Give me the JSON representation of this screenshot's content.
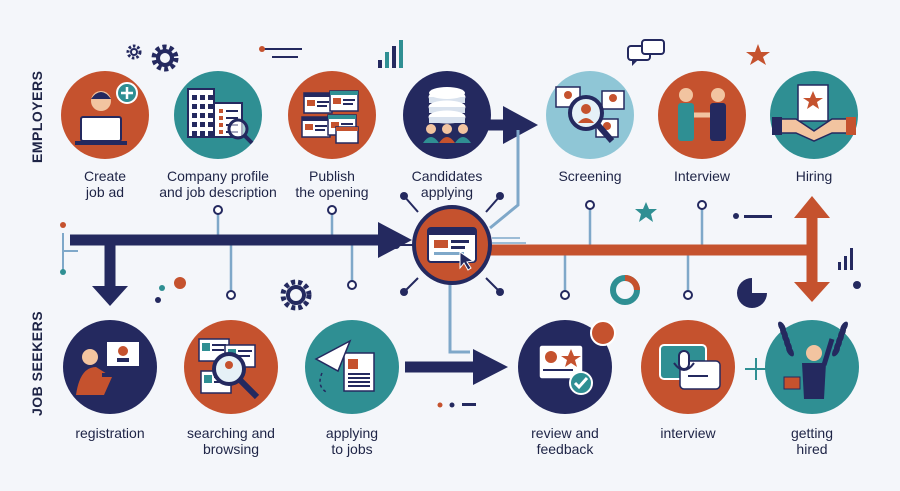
{
  "sections": {
    "employers": "EMPLOYERS",
    "job_seekers": "JOB SEEKERS"
  },
  "employers": [
    {
      "lines": [
        "Create",
        "job ad"
      ],
      "icon": "person-laptop-icon",
      "color": "#c5522e"
    },
    {
      "lines": [
        "Company profile",
        "and job description"
      ],
      "icon": "building-document-icon",
      "color": "#2f8f93"
    },
    {
      "lines": [
        "Publish",
        "the opening"
      ],
      "icon": "publish-listings-icon",
      "color": "#c5522e"
    },
    {
      "lines": [
        "Candidates",
        "applying"
      ],
      "icon": "database-people-icon",
      "color": "#24295f"
    },
    {
      "lines": [
        "Screening"
      ],
      "icon": "magnifier-profiles-icon",
      "color": "#8fc6d6"
    },
    {
      "lines": [
        "Interview"
      ],
      "icon": "handshake-people-icon",
      "color": "#c5522e"
    },
    {
      "lines": [
        "Hiring"
      ],
      "icon": "handshake-contract-icon",
      "color": "#2f8f93"
    }
  ],
  "job_seekers": [
    {
      "lines": [
        "registration"
      ],
      "icon": "person-computer-icon",
      "color": "#24295f"
    },
    {
      "lines": [
        "searching and",
        "browsing"
      ],
      "icon": "search-listings-icon",
      "color": "#c5522e"
    },
    {
      "lines": [
        "applying",
        "to jobs"
      ],
      "icon": "paper-plane-document-icon",
      "color": "#2f8f93"
    },
    {
      "lines": [
        "review and",
        "feedback"
      ],
      "icon": "review-star-check-icon",
      "color": "#24295f"
    },
    {
      "lines": [
        "interview"
      ],
      "icon": "chat-microphone-icon",
      "color": "#c5522e"
    },
    {
      "lines": [
        "getting",
        "hired"
      ],
      "icon": "celebrating-person-icon",
      "color": "#2f8f93"
    }
  ],
  "hub": {
    "icon": "browser-cursor-hub-icon",
    "color": "#c5522e"
  },
  "colors": {
    "navy": "#24295f",
    "rust": "#c5522e",
    "teal": "#2f8f93",
    "lightblue": "#7fa8c9",
    "background": "#f4f6fa"
  }
}
